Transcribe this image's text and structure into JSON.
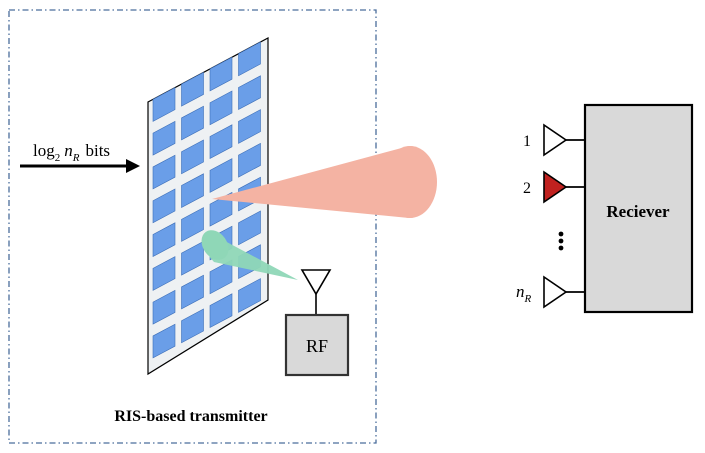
{
  "transmitter": {
    "caption": "RIS-based transmitter",
    "input_label_prefix": "log",
    "input_label_sub2": "2",
    "input_label_n": "n",
    "input_label_subR": "R",
    "input_label_suffix": "bits",
    "rf_label": "RF"
  },
  "receiver": {
    "label": "Reciever",
    "antenna_labels": [
      "1",
      "2"
    ],
    "last_antenna_n": "n",
    "last_antenna_sub": "R"
  },
  "colors": {
    "ris_panel": "#eef1f3",
    "ris_element": "#6a9ee8",
    "beam_main": "#f4b3a3",
    "beam_feed": "#8fd7b7",
    "box_fill": "#d9d9d9",
    "active_antenna": "#c0211f",
    "frame_dash": "#4a6d9c"
  }
}
